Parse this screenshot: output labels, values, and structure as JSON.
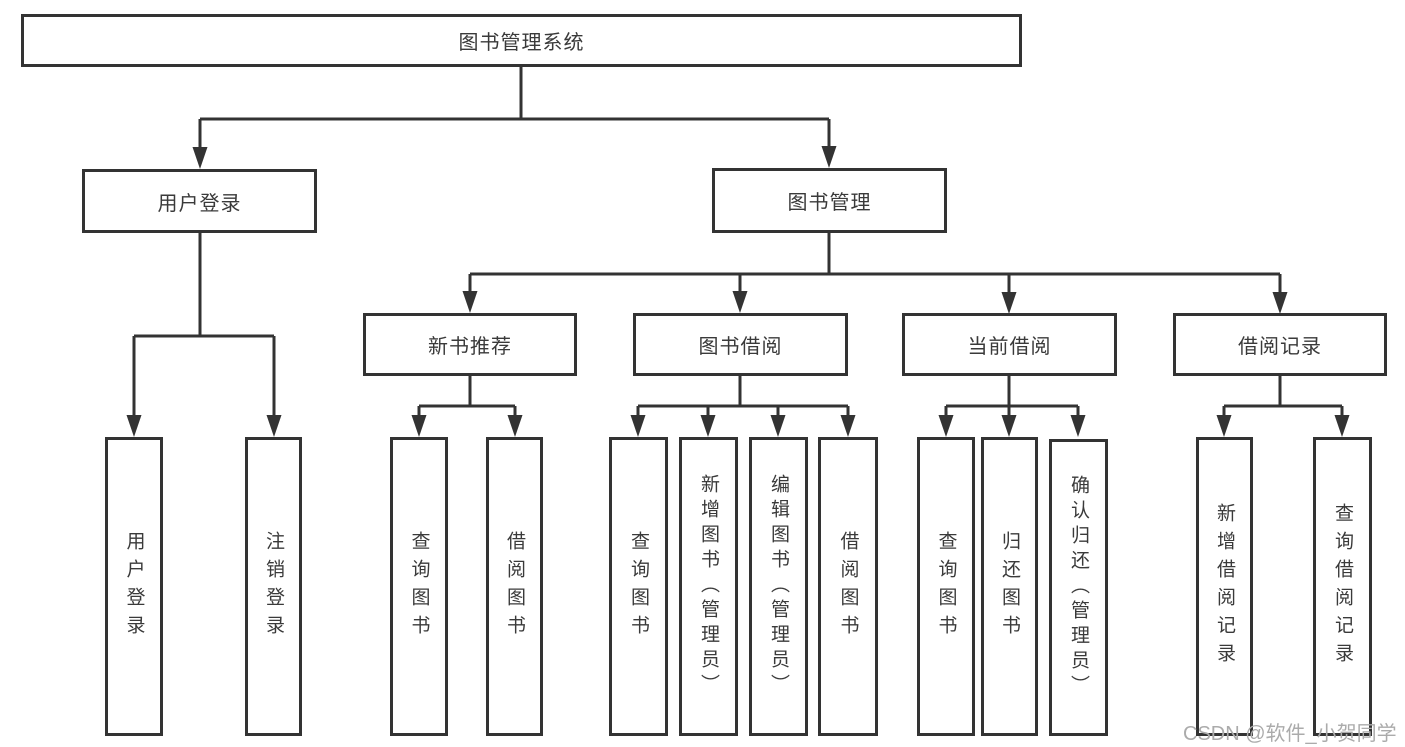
{
  "diagram": {
    "type": "tree",
    "title": "图书管理系统",
    "colors": {
      "line": "#333333",
      "text": "#3a3a3a",
      "box_background": "#ffffff",
      "watermark": "#ababab"
    },
    "nodes": {
      "root": "图书管理系统",
      "user_login": "用户登录",
      "book_management": "图书管理",
      "new_book_recommend": "新书推荐",
      "book_borrow": "图书借阅",
      "current_borrow": "当前借阅",
      "borrow_records": "借阅记录",
      "leaf_user_login": "用户登录",
      "leaf_logout": "注销登录",
      "leaf_query_book_recommend": "查询图书",
      "leaf_borrow_book_recommend": "借阅图书",
      "leaf_query_book_borrow": "查询图书",
      "leaf_add_book_admin": "新增图书（管理员）",
      "leaf_edit_book_admin": "编辑图书（管理员）",
      "leaf_borrow_book_borrow": "借阅图书",
      "leaf_query_book_current": "查询图书",
      "leaf_return_book": "归还图书",
      "leaf_confirm_return_admin": "确认归还（管理员）",
      "leaf_add_borrow_record": "新增借阅记录",
      "leaf_query_borrow_record": "查询借阅记录"
    },
    "hierarchy": {
      "图书管理系统": {
        "用户登录": [
          "用户登录",
          "注销登录"
        ],
        "图书管理": {
          "新书推荐": [
            "查询图书",
            "借阅图书"
          ],
          "图书借阅": [
            "查询图书",
            "新增图书（管理员）",
            "编辑图书（管理员）",
            "借阅图书"
          ],
          "当前借阅": [
            "查询图书",
            "归还图书",
            "确认归还（管理员）"
          ],
          "借阅记录": [
            "新增借阅记录",
            "查询借阅记录"
          ]
        }
      }
    }
  },
  "watermark": "CSDN @软件_小贺同学"
}
